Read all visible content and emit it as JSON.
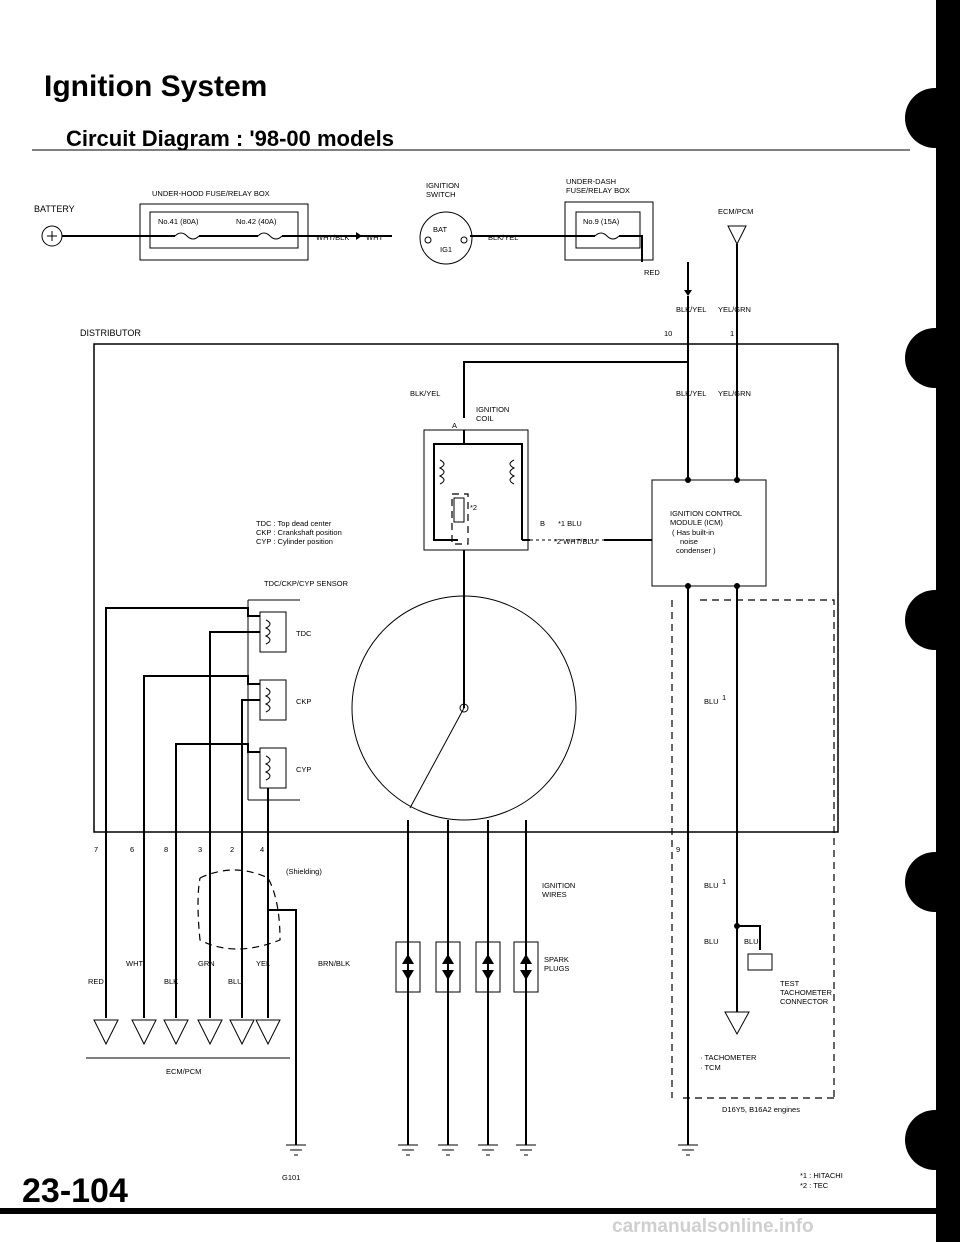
{
  "page": {
    "title": "Ignition System",
    "subtitle": "Circuit Diagram : '98-00 models",
    "page_number": "23-104",
    "watermark": "carmanualsonline.info"
  },
  "labels": {
    "battery": "BATTERY",
    "under_hood_box": "UNDER-HOOD FUSE/RELAY BOX",
    "fuse41": "No.41 (80A)",
    "fuse42": "No.42 (40A)",
    "wht_blk": "WHT/BLK",
    "wht": "WHT",
    "ign_switch_1": "IGNITION",
    "ign_switch_2": "SWITCH",
    "bat": "BAT",
    "ig1": "IG1",
    "blk_yel": "BLK/YEL",
    "under_dash_1": "UNDER-DASH",
    "under_dash_2": "FUSE/RELAY BOX",
    "fuse9": "No.9 (15A)",
    "ecm_pcm": "ECM/PCM",
    "red": "RED",
    "yel_grn": "YEL/GRN",
    "distributor": "DISTRIBUTOR",
    "pin10": "10",
    "pin1": "1",
    "ign_coil_1": "IGNITION",
    "ign_coil_2": "COIL",
    "coil_a": "A",
    "coil_b": "B",
    "star2": "*2",
    "blu_1": "*1 BLU",
    "wht_blu_2": "*2 WHT/BLU",
    "sup2": "2",
    "legend_1": "TDC : Top dead center",
    "legend_2": "CKP : Crankshaft position",
    "legend_3": "CYP : Cylinder position",
    "icm_1": "IGNITION CONTROL",
    "icm_2": "MODULE (ICM)",
    "icm_3": "( Has built-in",
    "icm_4": "noise",
    "icm_5": "condenser )",
    "sensor": "TDC/CKP/CYP SENSOR",
    "tdc": "TDC",
    "ckp": "CKP",
    "cyp": "CYP",
    "blu_sup1": "BLU",
    "sup1": "1",
    "pin7": "7",
    "pin6": "6",
    "pin8": "8",
    "pin3": "3",
    "pin2": "2",
    "pin4": "4",
    "pin9": "9",
    "shielding": "(Shielding)",
    "ign_wires_1": "IGNITION",
    "ign_wires_2": "WIRES",
    "spark_1": "SPARK",
    "spark_2": "PLUGS",
    "brn_blk": "BRN/BLK",
    "w_red": "RED",
    "w_wht": "WHT",
    "w_blk": "BLK",
    "w_grn": "GRN",
    "w_blu": "BLU",
    "w_yel": "YEL",
    "ecm_pcm_bottom": "ECM/PCM",
    "test_1": "TEST",
    "test_2": "TACHOMETER",
    "test_3": "CONNECTOR",
    "tach_1": "· TACHOMETER",
    "tach_2": "· TCM",
    "engines": "D16Y5, B16A2 engines",
    "g101": "G101",
    "fn1": "*1 : HITACHI",
    "fn2": "*2 : TEC"
  },
  "icons": [
    "battery-symbol",
    "fuse-symbol",
    "ground-symbol",
    "connector-arrow-symbol",
    "spark-plug-symbol"
  ]
}
